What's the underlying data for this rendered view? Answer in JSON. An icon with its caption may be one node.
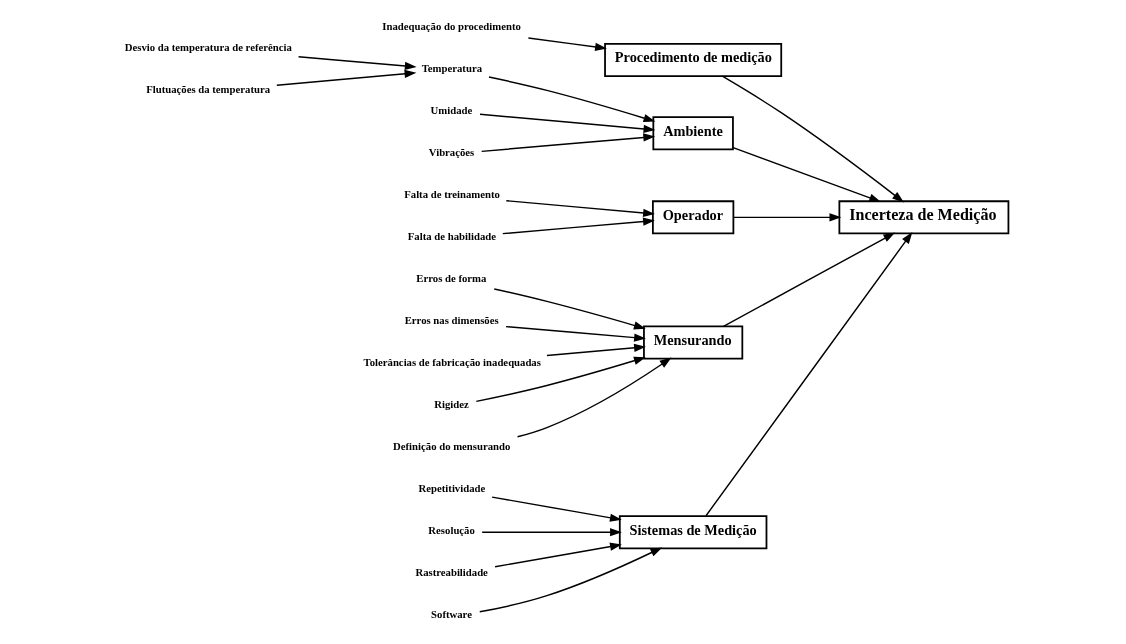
{
  "diagram": {
    "nodes": [
      {
        "text": [
          "Sistemas de Medição"
        ]
      },
      {
        "text": [
          "Procedimento de medição"
        ]
      },
      {
        "text": [
          "Ambiente"
        ]
      },
      {
        "text": [
          "Repetitividade"
        ]
      },
      {
        "text": [
          "Resolução"
        ]
      },
      {
        "text": [
          "Rastreabilidade"
        ]
      },
      {
        "text": [
          "Software"
        ]
      },
      {
        "text": [
          "Inadequação do procedimento"
        ]
      },
      {
        "text": [
          "Desvio da temperatura de referência"
        ]
      },
      {
        "text": [
          "Temperatura"
        ]
      },
      {
        "text": [
          "Flutuações da temperatura"
        ]
      },
      {
        "text": [
          "Umidade"
        ]
      },
      {
        "text": [
          "Vibrações"
        ]
      },
      {
        "text": [
          "Incerteza de Medição"
        ]
      },
      {
        "text": [
          "Erros de forma"
        ]
      },
      {
        "text": [
          "Erros nas dimensões"
        ]
      },
      {
        "text": [
          "Tolerâncias de fabricação inadequadas"
        ]
      },
      {
        "text": [
          "Rigidez"
        ]
      },
      {
        "text": [
          "Definição do mensurando"
        ]
      },
      {
        "text": [
          "Falta de treinamento"
        ]
      },
      {
        "text": [
          "Falta de habilidade"
        ]
      },
      {
        "text": [
          "Operador"
        ]
      },
      {
        "text": [
          "Mensurando"
        ]
      }
    ],
    "edges": [
      {
        "from": 3,
        "to": 0,
        "arrow": "to"
      },
      {
        "from": 4,
        "to": 0,
        "arrow": "to"
      },
      {
        "from": 5,
        "to": 0,
        "arrow": "to"
      },
      {
        "from": 6,
        "to": 0,
        "arrow": "to"
      },
      {
        "from": 7,
        "to": 1,
        "arrow": "to"
      },
      {
        "from": 8,
        "to": 9,
        "arrow": "to"
      },
      {
        "from": 10,
        "to": 9,
        "arrow": "to"
      },
      {
        "from": 9,
        "to": 2,
        "arrow": "to"
      },
      {
        "from": 11,
        "to": 2,
        "arrow": "to"
      },
      {
        "from": 12,
        "to": 2,
        "arrow": "to"
      },
      {
        "from": 0,
        "to": 13,
        "arrow": "to"
      },
      {
        "from": 1,
        "to": 13,
        "arrow": "to"
      },
      {
        "from": 2,
        "to": 13,
        "arrow": "to"
      },
      {
        "from": 14,
        "to": 22,
        "arrow": "to"
      },
      {
        "from": 15,
        "to": 22,
        "arrow": "to"
      },
      {
        "from": 16,
        "to": 22,
        "arrow": "to"
      },
      {
        "from": 17,
        "to": 22,
        "arrow": "to"
      },
      {
        "from": 18,
        "to": 22,
        "arrow": "to"
      },
      {
        "from": 19,
        "to": 21,
        "arrow": "to"
      },
      {
        "from": 20,
        "to": 21,
        "arrow": "to"
      },
      {
        "from": 21,
        "to": 13,
        "arrow": "to"
      },
      {
        "from": 22,
        "to": 13,
        "arrow": "to"
      }
    ]
  }
}
